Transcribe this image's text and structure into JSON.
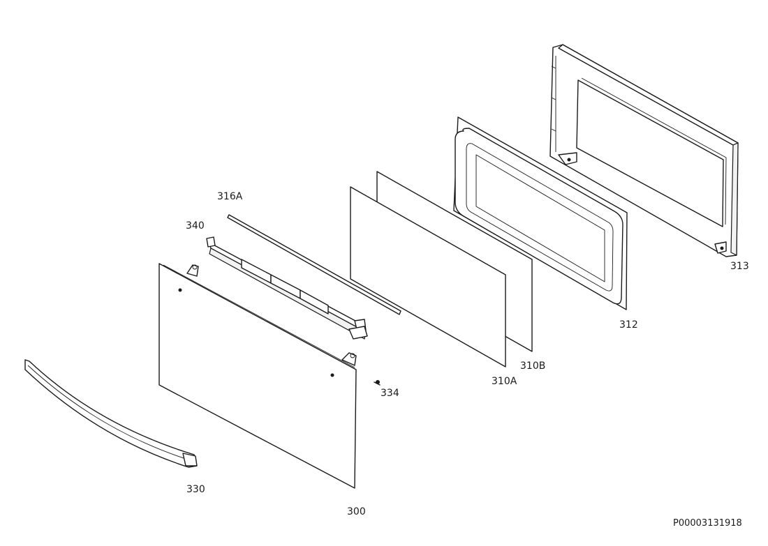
{
  "document_code": "P00003131918",
  "parts": [
    {
      "id": "outer-frame",
      "label": "313"
    },
    {
      "id": "door-seal",
      "label": "312"
    },
    {
      "id": "inner-glass-b",
      "label": "310B"
    },
    {
      "id": "inner-glass-a",
      "label": "310A"
    },
    {
      "id": "glass-strip",
      "label": "316A"
    },
    {
      "id": "top-profile",
      "label": "340"
    },
    {
      "id": "screw",
      "label": "334"
    },
    {
      "id": "outer-door-panel",
      "label": "300"
    },
    {
      "id": "door-handle",
      "label": "330"
    }
  ]
}
